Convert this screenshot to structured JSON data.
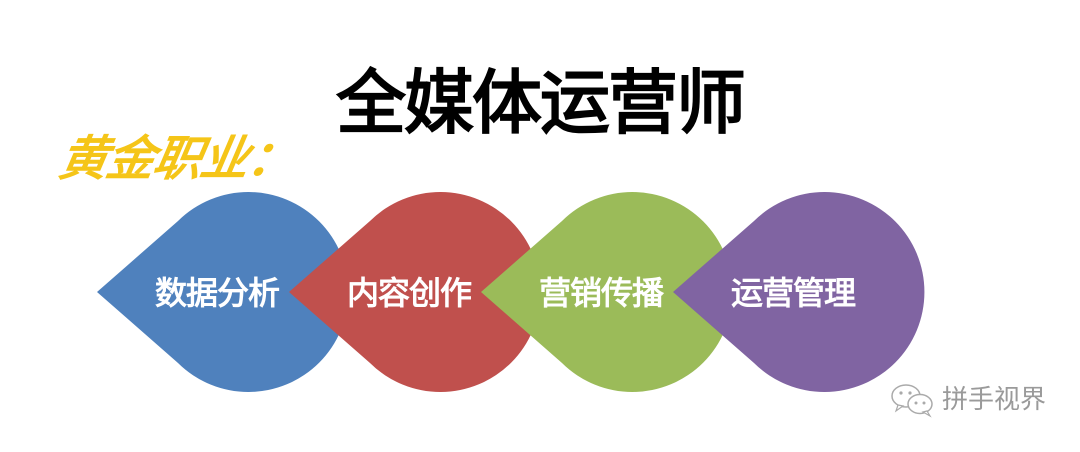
{
  "title": "全媒体运营师",
  "subtitle": "黄金职业：",
  "steps": [
    {
      "label": "数据分析",
      "color": "#4f81bd"
    },
    {
      "label": "内容创作",
      "color": "#c0504d"
    },
    {
      "label": "营销传播",
      "color": "#9bbb59"
    },
    {
      "label": "运营管理",
      "color": "#8064a2"
    }
  ],
  "watermark": {
    "icon": "wechat-icon",
    "text": "拼手视界"
  },
  "colors": {
    "title": "#000000",
    "subtitle": "#f5c518",
    "watermark": "#9a9a9a"
  }
}
